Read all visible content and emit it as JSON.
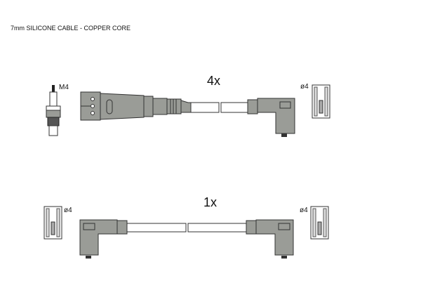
{
  "caption": "7mm SILICONE CABLE - COPPER CORE",
  "top_set": {
    "quantity": "4x",
    "plug_thread": "M4",
    "cap_diameter": "ø4"
  },
  "bottom_set": {
    "quantity": "1x",
    "left_cap_diameter": "ø4",
    "right_cap_diameter": "ø4"
  },
  "colors": {
    "boot": "#9a9c97",
    "line": "#333333"
  }
}
